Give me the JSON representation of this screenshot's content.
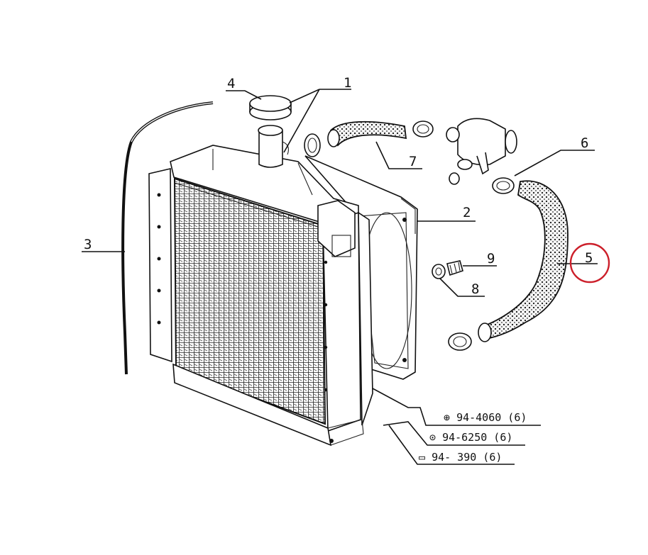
{
  "callouts": {
    "c1": "1",
    "c2": "2",
    "c3": "3",
    "c4": "4",
    "c5": "5",
    "c6": "6",
    "c7": "7",
    "c8": "8",
    "c9": "9"
  },
  "fasteners": [
    {
      "symbol": "⊕",
      "code": "94-4060 (6)"
    },
    {
      "symbol": "⊙",
      "code": "94-6250 (6)"
    },
    {
      "symbol": "▭",
      "code": "94- 390 (6)"
    }
  ],
  "highlight": {
    "target": "5",
    "color": "#cc1f2a"
  }
}
